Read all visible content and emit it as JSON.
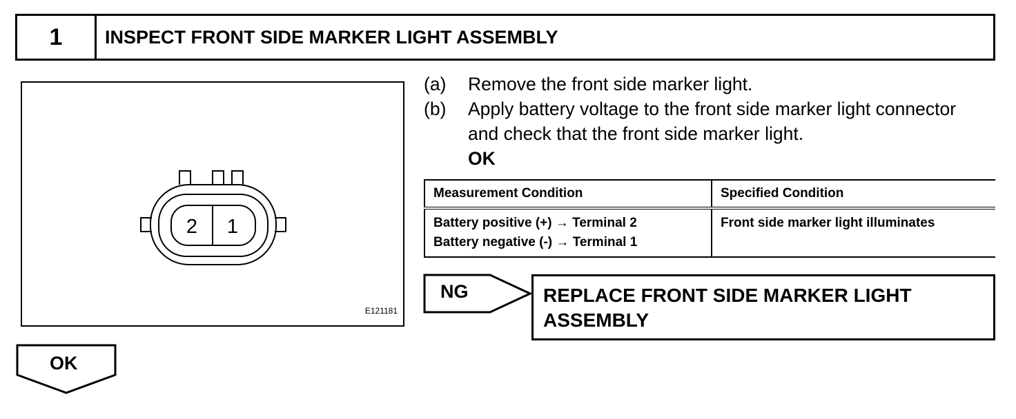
{
  "step": {
    "number": "1",
    "title": "INSPECT FRONT SIDE MARKER LIGHT ASSEMBLY"
  },
  "figure": {
    "pin_left": "2",
    "pin_right": "1",
    "figure_id": "E121181"
  },
  "instructions": [
    {
      "label": "(a)",
      "text": "Remove the front side marker light."
    },
    {
      "label": "(b)",
      "text": "Apply battery voltage to the front side marker light connector and check that the front side marker light."
    }
  ],
  "ok_text": "OK",
  "table": {
    "headers": [
      "Measurement Condition",
      "Specified Condition"
    ],
    "rows": [
      {
        "measurement": [
          "Battery positive (+) → Terminal 2",
          "Battery negative (-) → Terminal 1"
        ],
        "specified": "Front side marker light illuminates"
      }
    ]
  },
  "ng_branch": {
    "label": "NG",
    "action": "REPLACE FRONT SIDE MARKER LIGHT ASSEMBLY"
  },
  "ok_branch": {
    "label": "OK"
  }
}
